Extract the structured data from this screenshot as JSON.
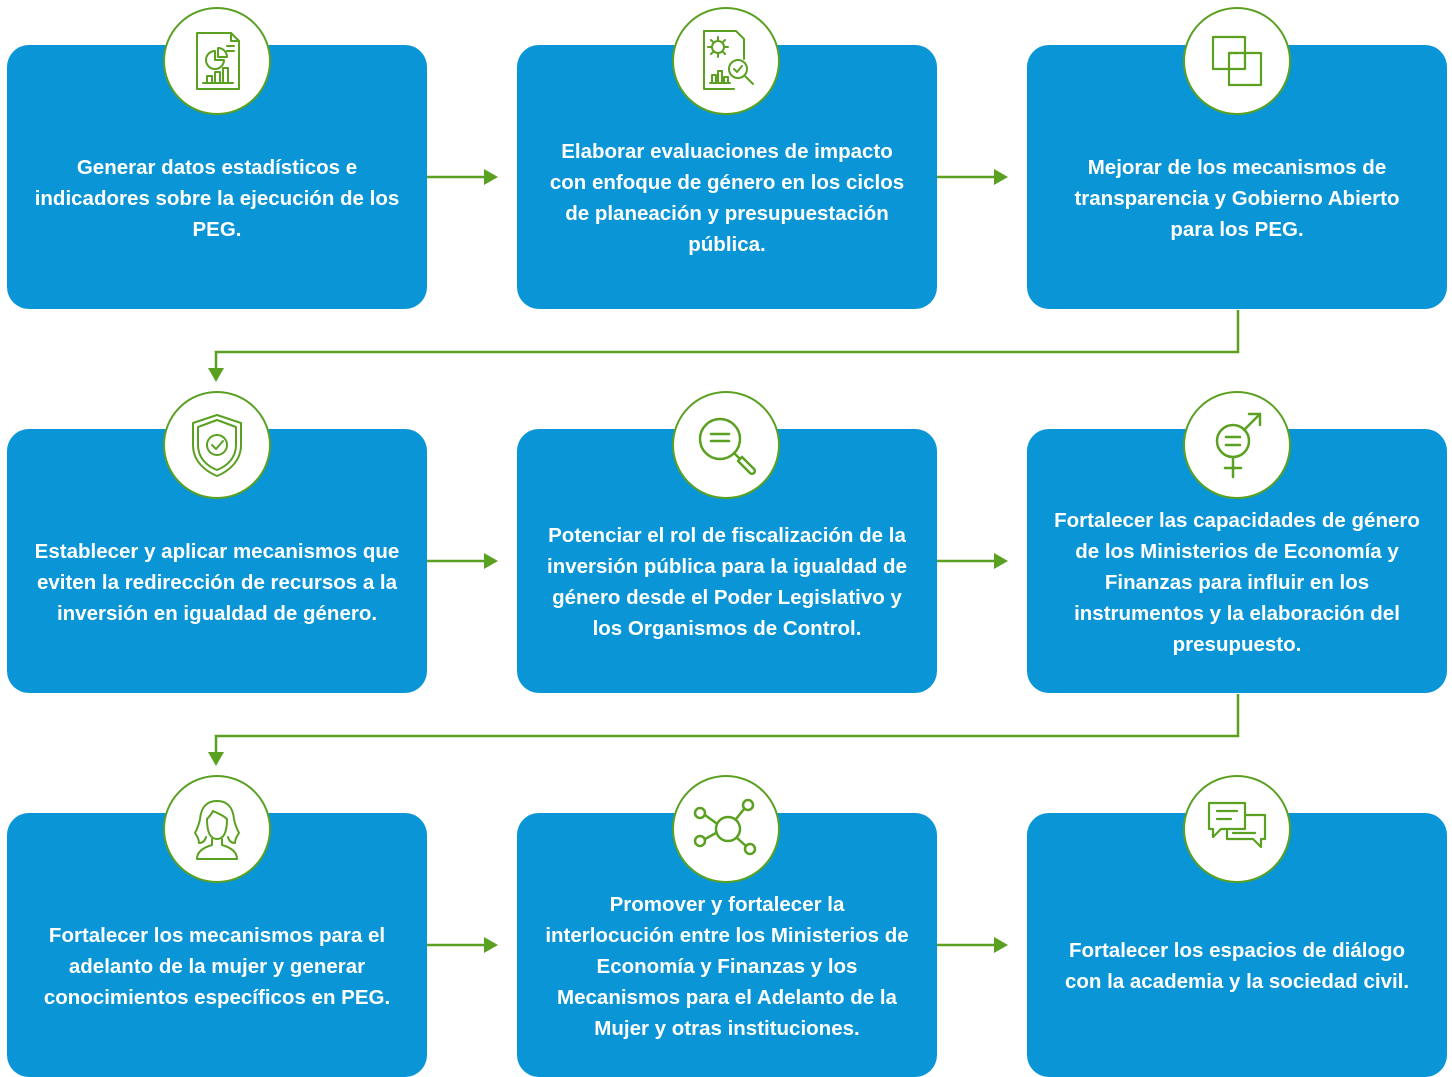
{
  "steps": [
    {
      "icon": "report-chart-icon",
      "text": "Generar datos estadísticos e indicadores sobre la ejecución de los PEG."
    },
    {
      "icon": "impact-evaluation-icon",
      "text": "Elaborar evaluaciones de impacto con enfoque de género en los ciclos de planeación y presupuestación pública."
    },
    {
      "icon": "transparency-squares-icon",
      "text": "Mejorar de los mecanismos de transparencia y Gobierno Abierto para los PEG."
    },
    {
      "icon": "shield-check-icon",
      "text": "Establecer y aplicar mecanismos que eviten la redirección de recursos a la inversión en igualdad de género."
    },
    {
      "icon": "magnifier-icon",
      "text": "Potenciar el rol de fiscalización de la inversión pública para la igualdad de género desde el Poder Legislativo y los Organismos de Control."
    },
    {
      "icon": "gender-equality-icon",
      "text": "Fortalecer las capacidades de género de los Ministerios de Economía y Finanzas para influir en los instrumentos y la elaboración del presupuesto."
    },
    {
      "icon": "woman-icon",
      "text": "Fortalecer los mecanismos para el adelanto de la mujer y generar conocimientos específicos en PEG."
    },
    {
      "icon": "network-nodes-icon",
      "text": "Promover y fortalecer la interlocución entre los Ministerios de Economía y Finanzas y los Mecanismos para el Adelanto de la Mujer y otras instituciones."
    },
    {
      "icon": "chat-bubbles-icon",
      "text": "Fortalecer los espacios de diálogo con la academia y la sociedad civil."
    }
  ],
  "colors": {
    "box": "#0a96d6",
    "accent": "#5aa021",
    "text": "#ffffff"
  }
}
